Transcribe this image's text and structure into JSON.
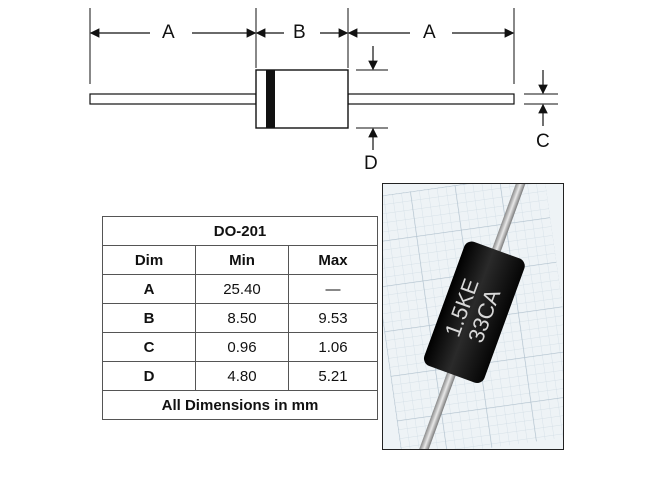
{
  "diagram": {
    "label_a_left": "A",
    "label_b": "B",
    "label_a_right": "A",
    "label_c": "C",
    "label_d": "D"
  },
  "table": {
    "title": "DO-201",
    "headers": [
      "Dim",
      "Min",
      "Max"
    ],
    "rows": [
      {
        "dim": "A",
        "min": "25.40",
        "max": "—"
      },
      {
        "dim": "B",
        "min": "8.50",
        "max": "9.53"
      },
      {
        "dim": "C",
        "min": "0.96",
        "max": "1.06"
      },
      {
        "dim": "D",
        "min": "4.80",
        "max": "5.21"
      }
    ],
    "footer": "All Dimensions in mm"
  },
  "photo": {
    "marking_line1": "1.5KE",
    "marking_line2": "33CA",
    "body_color": "#111111",
    "grid_color": "#c9d6df"
  }
}
